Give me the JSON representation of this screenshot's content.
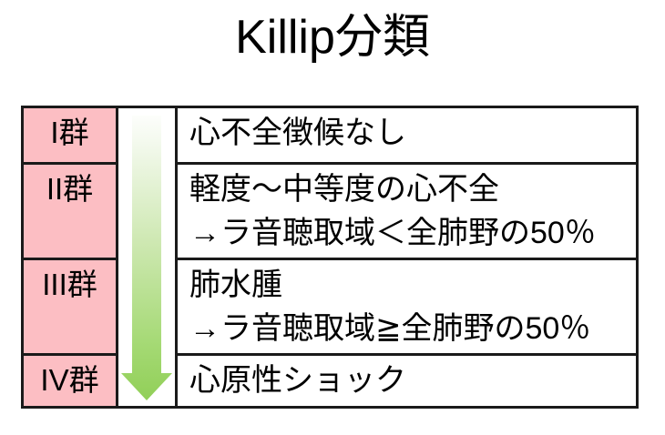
{
  "title": "Killip分類",
  "table": {
    "rows": [
      {
        "grade": "I群",
        "lines": [
          "心不全徴候なし"
        ]
      },
      {
        "grade": "II群",
        "lines": [
          "軽度～中等度の心不全",
          "→ラ音聴取域＜全肺野の50％"
        ]
      },
      {
        "grade": "III群",
        "lines": [
          "肺水腫",
          "→ラ音聴取域≧全肺野の50％"
        ]
      },
      {
        "grade": "IV群",
        "lines": [
          "心原性ショック"
        ]
      }
    ]
  },
  "arrow": {
    "icon": "down-arrow-icon",
    "meaning": "severity increases downward"
  },
  "colors": {
    "background": "#FFFFFF",
    "text": "#000000",
    "border": "#1A1A1A",
    "grade_cell_bg": "#FCBEC3",
    "arrow_gradient_top": "#FFFFFF",
    "arrow_gradient_light": "#F5FAF0",
    "arrow_gradient_mid": "#CEE8B2",
    "arrow_gradient_deep": "#A4D973",
    "arrow_gradient_bottom": "#8FCE55"
  }
}
